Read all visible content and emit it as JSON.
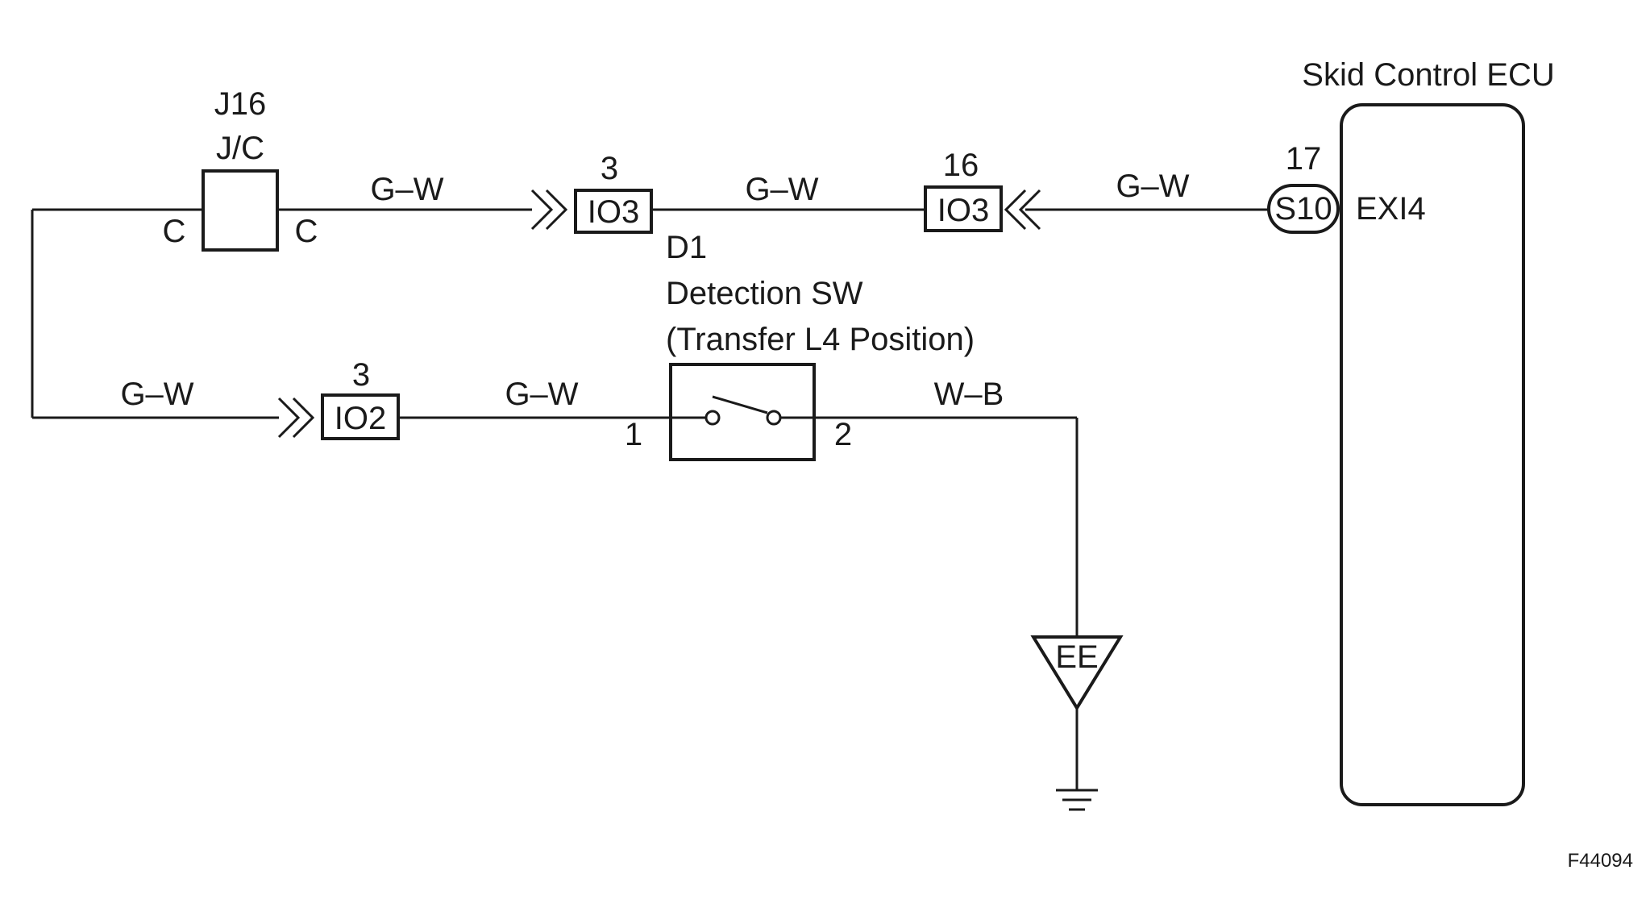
{
  "junction": {
    "id": "J16",
    "name": "J/C",
    "pin_left": "C",
    "pin_right": "C"
  },
  "ecu": {
    "name": "Skid Control ECU",
    "pin_number": "17",
    "connector": "S10",
    "terminal": "EXI4"
  },
  "connectors": {
    "io3_a": {
      "label": "IO3",
      "pin": "3"
    },
    "io3_b": {
      "label": "IO3",
      "pin": "16"
    },
    "io2": {
      "label": "IO2",
      "pin": "3"
    }
  },
  "wires": {
    "top_jc_to_io3": "G–W",
    "top_io3_to_io3": "G–W",
    "top_io3_to_ecu": "G–W",
    "bottom_left_to_io2": "G–W",
    "bottom_io2_to_switch": "G–W",
    "bottom_switch_to_ground": "W–B"
  },
  "switch": {
    "id": "D1",
    "name": "Detection SW",
    "description": "(Transfer L4 Position)",
    "pin1": "1",
    "pin2": "2"
  },
  "ground": {
    "label": "EE"
  },
  "figure_id": "F44094"
}
